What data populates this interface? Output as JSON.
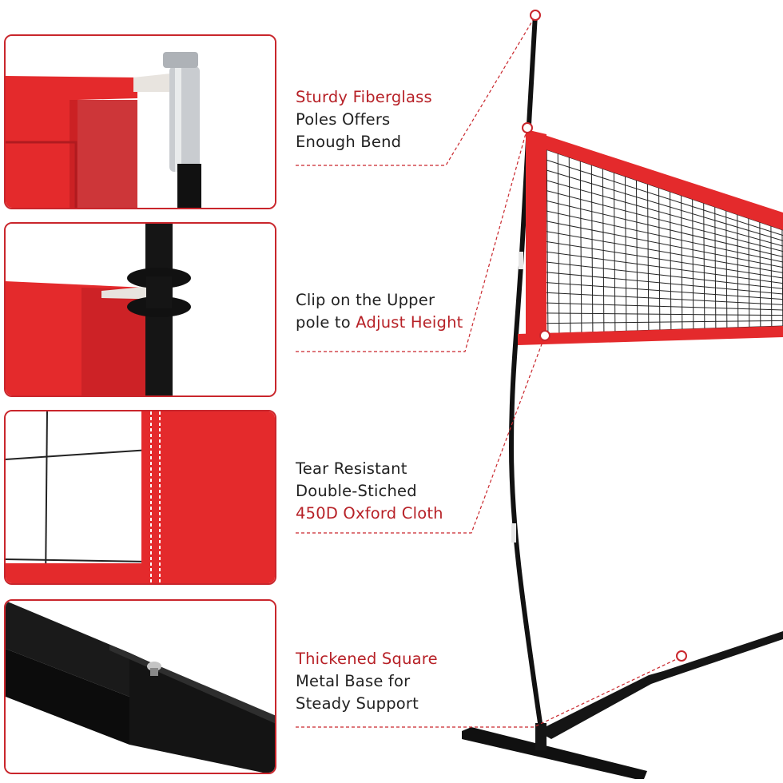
{
  "colors": {
    "accent_red": "#c9262c",
    "net_red": "#e42a2c",
    "text_dark": "#222222",
    "highlight_text": "#b72127",
    "pole_black": "#111111"
  },
  "features": [
    {
      "highlight": "Sturdy Fiberglass",
      "line2": "Poles Offers",
      "line3": "Enough Bend"
    },
    {
      "line1": "Clip on the Upper",
      "line2_prefix": "pole to ",
      "highlight": "Adjust Height"
    },
    {
      "line1": "Tear Resistant",
      "line2": "Double-Stiched",
      "highlight": "450D Oxford Cloth"
    },
    {
      "highlight": "Thickened Square",
      "line2": "Metal Base for",
      "line3": "Steady Support"
    }
  ]
}
